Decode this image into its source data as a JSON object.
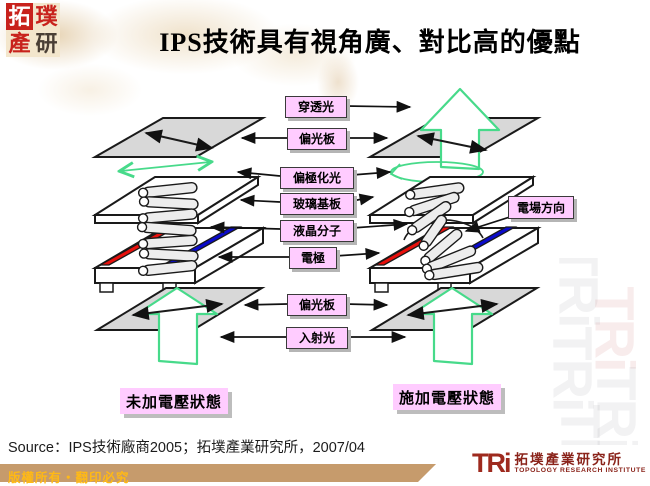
{
  "slide": {
    "title": "IPS技術具有視角廣、對比高的優點",
    "source": "Source：IPS技術廠商2005；拓墣產業研究所，2007/04"
  },
  "logo": {
    "chars": [
      "拓",
      "璞",
      "產",
      "研"
    ]
  },
  "diagram": {
    "labels": {
      "transmitted_light": "穿透光",
      "polarizer_top": "偏光板",
      "polarized_light": "偏極化光",
      "glass_substrate": "玻璃基板",
      "lc_molecule": "液晶分子",
      "electrode": "電極",
      "polarizer_bottom": "偏光板",
      "incident_light": "入射光",
      "efield_direction": "電場方向"
    },
    "state_left": "未加電壓狀態",
    "state_right": "施加電壓狀態",
    "colors": {
      "label_bg": "#FFCCFF",
      "plate_gray": "#D8D8D8",
      "electrode_red": "#E8100C",
      "electrode_blue": "#0B0BCB",
      "light_green": "#47DA8A"
    }
  },
  "footer": {
    "copyright": "版權所有‧翻印必究",
    "bar_color": "#C69B6C",
    "tri_mark": "TRi",
    "tri_cn": "拓墣產業研究所",
    "tri_en": "TOPOLOGY RESEARCH INSTITUTE"
  },
  "watermark": {
    "text": "TRi"
  }
}
